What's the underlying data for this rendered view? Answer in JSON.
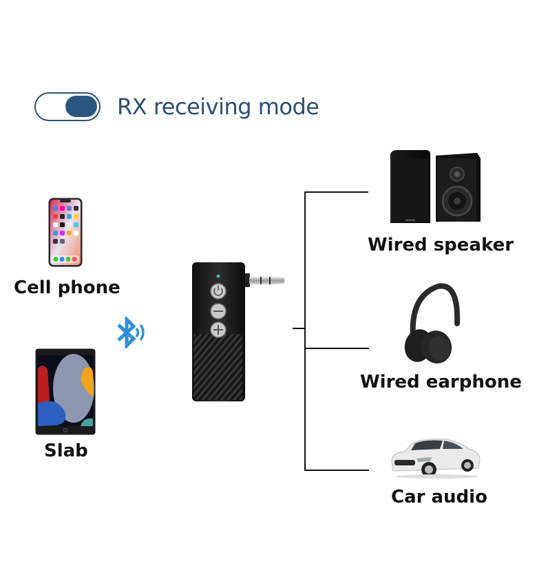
{
  "mode": {
    "label": "RX receiving mode",
    "toggle_on": true,
    "accent": "#2c5682"
  },
  "sources": [
    {
      "label": "Cell phone",
      "icon": "smartphone-icon"
    },
    {
      "label": "Slab",
      "icon": "tablet-icon"
    }
  ],
  "connection": {
    "icon": "bluetooth-icon",
    "color": "#2f8fd8"
  },
  "device": {
    "name": "bluetooth-receiver",
    "buttons": [
      "power",
      "minus",
      "plus"
    ],
    "led_color": "#38c5c0"
  },
  "outputs": [
    {
      "label": "Wired speaker",
      "icon": "speaker-icon"
    },
    {
      "label": "Wired earphone",
      "icon": "headphones-icon"
    },
    {
      "label": "Car audio",
      "icon": "car-icon"
    }
  ]
}
